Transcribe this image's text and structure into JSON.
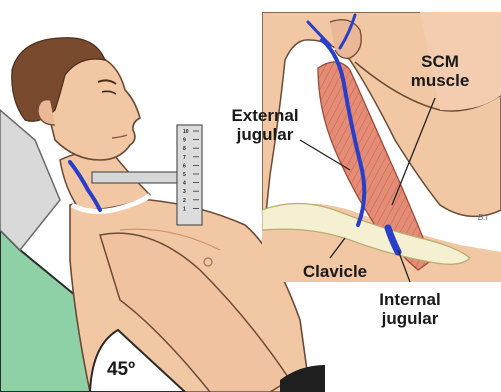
{
  "labels": {
    "scm": "SCM\nmuscle",
    "external_jugular": "External\njugular",
    "clavicle": "Clavicle",
    "internal_jugular": "Internal\njugular",
    "angle": "45º",
    "signature": "B.I"
  },
  "ruler_ticks": [
    "10",
    "9",
    "8",
    "7",
    "6",
    "5",
    "4",
    "3",
    "2",
    "1"
  ],
  "colors": {
    "skin": "#f2c7a4",
    "skin_shadow": "#e0a880",
    "hair": "#7a4a2e",
    "bed": "#8fd1a6",
    "ruler": "#d7d7d7",
    "muscle": "#e08a78",
    "vein": "#2a3fc9",
    "bone": "#f5f0d2"
  }
}
